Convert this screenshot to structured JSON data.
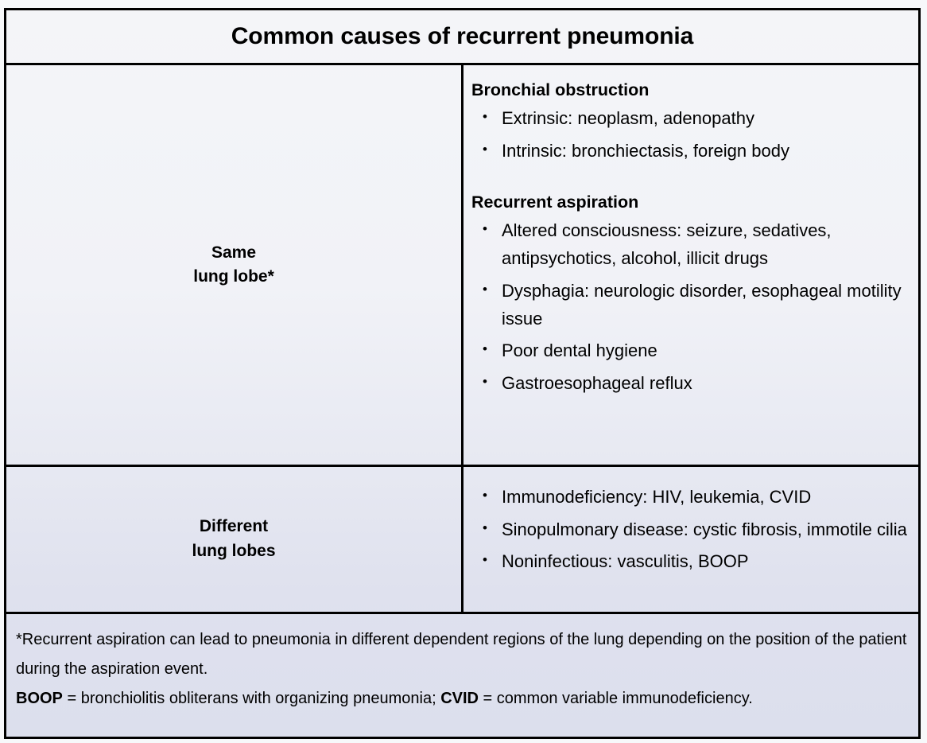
{
  "table": {
    "title": "Common causes of recurrent pneumonia",
    "rows": [
      {
        "label_line1": "Same",
        "label_line2": "lung lobe*",
        "groups": [
          {
            "heading": "Bronchial obstruction",
            "items": [
              "Extrinsic: neoplasm, adenopathy",
              "Intrinsic: bronchiectasis, foreign body"
            ]
          },
          {
            "heading": "Recurrent aspiration",
            "items": [
              "Altered consciousness: seizure, sedatives, antipsychotics, alcohol, illicit drugs",
              "Dysphagia: neurologic disorder, esophageal motility issue",
              "Poor dental hygiene",
              "Gastroesophageal reflux"
            ]
          }
        ]
      },
      {
        "label_line1": "Different",
        "label_line2": "lung lobes",
        "groups": [
          {
            "heading": "",
            "items": [
              "Immunodeficiency: HIV, leukemia, CVID",
              "Sinopulmonary disease: cystic fibrosis, immotile cilia",
              "Noninfectious: vasculitis, BOOP"
            ]
          }
        ]
      }
    ],
    "footnotes": {
      "asterisk_note": "*Recurrent aspiration can lead to pneumonia in different dependent regions of the lung depending on the position of the patient during the aspiration event.",
      "abbrev_boop_term": "BOOP",
      "abbrev_boop_def": " = bronchiolitis obliterans with organizing pneumonia; ",
      "abbrev_cvid_term": "CVID",
      "abbrev_cvid_def": " = common variable immunodeficiency."
    }
  },
  "colors": {
    "border": "#000000",
    "text": "#000000",
    "background_top": "#f4f5f8",
    "background_bottom": "#dcdfed"
  }
}
